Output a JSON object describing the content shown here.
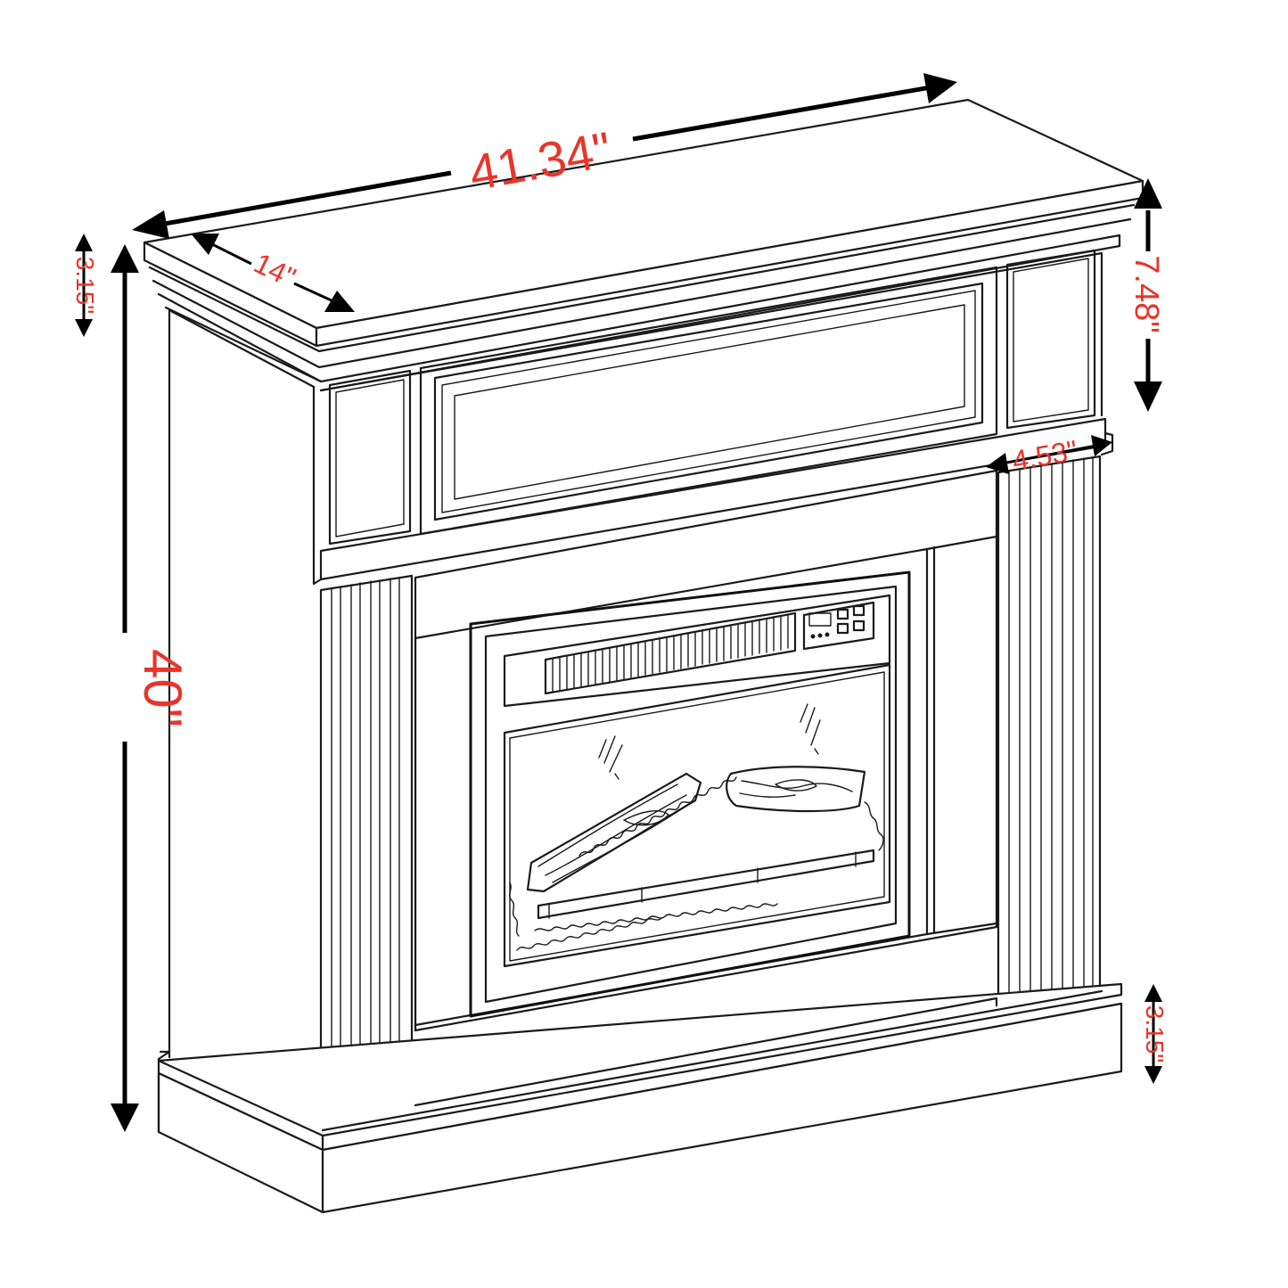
{
  "dimensions": {
    "width": "41.34\"",
    "depth": "14\"",
    "height": "40\"",
    "top_trim": "3.15\"",
    "header": "7.48\"",
    "pillar": "4.53\"",
    "base_trim": "3.15\""
  },
  "colors": {
    "label": "#e8352a",
    "line": "#1a1a1a",
    "arrow": "#000000"
  },
  "icons": {
    "fireplace": "fireplace-mantel-line-drawing",
    "arrows": "dimension-arrow"
  }
}
